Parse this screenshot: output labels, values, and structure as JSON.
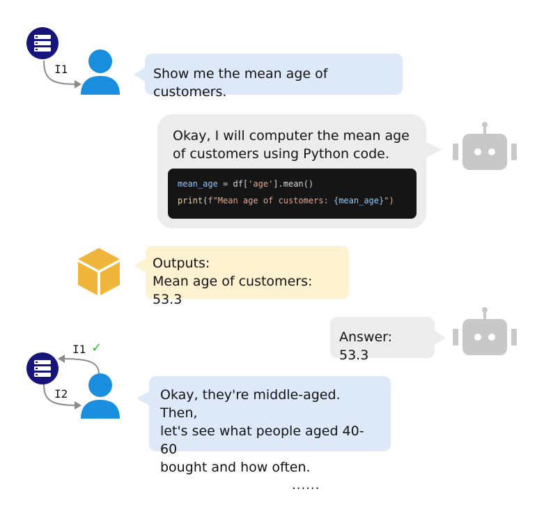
{
  "turn1": {
    "interaction_label": "I1",
    "user_message": "Show me the mean age of customers."
  },
  "assistant1": {
    "message_line1": "Okay, I will computer the mean age",
    "message_line2": "of customers using Python code.",
    "code_line1": {
      "var": "mean_age",
      "op": " = ",
      "obj": "df[",
      "str": "'age'",
      "rest": "].mean()"
    },
    "code_line2": {
      "fn": "print",
      "open": "(",
      "prefix": "f\"Mean age of customers: ",
      "interp": "{mean_age}",
      "suffix": "\")"
    }
  },
  "outputs": {
    "title": "Outputs:",
    "line": "Mean age of customers: 53.3"
  },
  "answer": {
    "text": "Answer: 53.3"
  },
  "turn2": {
    "label_prev": "I1",
    "check": "✓",
    "label_curr": "I2",
    "user_line1": "Okay, they're middle-aged. Then,",
    "user_line2": "let's see what people aged 40-60",
    "user_line3": "bought and how often."
  },
  "continuation": "......",
  "colors": {
    "db_icon": "#15157a",
    "user_icon": "#1a8fe0",
    "robot_icon": "#c8c8c8",
    "box_icon": "#f0b63c",
    "check": "#2fb52f"
  }
}
